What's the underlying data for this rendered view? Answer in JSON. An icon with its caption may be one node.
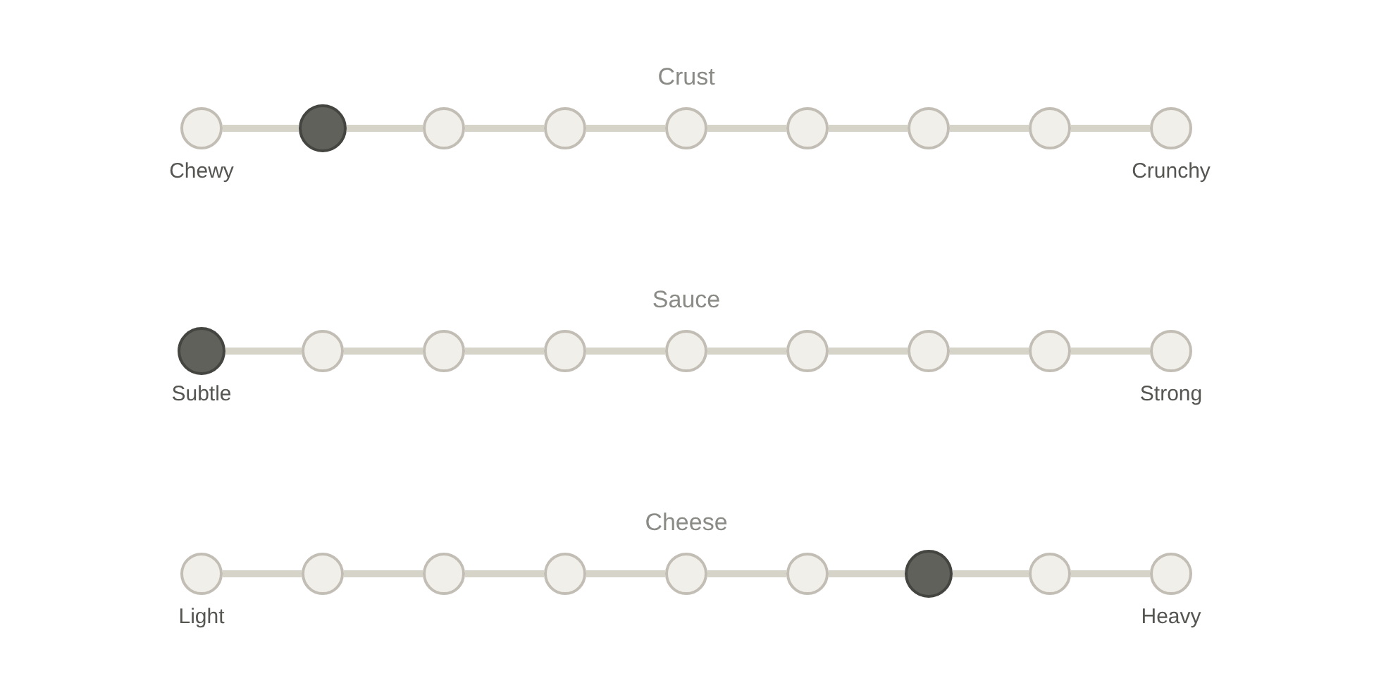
{
  "diagram": {
    "nodes": [
      {
        "text": [],
        "shape": "circle",
        "beside": [
          "Chewy"
        ]
      },
      {
        "text": [],
        "shape": "disc"
      },
      {
        "text": [],
        "shape": "circle"
      },
      {
        "text": [],
        "shape": "circle"
      },
      {
        "text": [],
        "shape": "circle"
      },
      {
        "text": [],
        "shape": "circle"
      },
      {
        "text": [],
        "shape": "circle"
      },
      {
        "text": [],
        "shape": "circle"
      },
      {
        "text": [],
        "shape": "circle",
        "beside": [
          "Crunchy"
        ]
      },
      {
        "text": [],
        "shape": "disc",
        "beside": [
          "Subtle"
        ]
      },
      {
        "text": [],
        "shape": "circle"
      },
      {
        "text": [],
        "shape": "circle"
      },
      {
        "text": [],
        "shape": "circle"
      },
      {
        "text": [],
        "shape": "circle"
      },
      {
        "text": [],
        "shape": "circle"
      },
      {
        "text": [],
        "shape": "circle"
      },
      {
        "text": [],
        "shape": "circle"
      },
      {
        "text": [],
        "shape": "circle",
        "beside": [
          "Strong"
        ]
      },
      {
        "text": [],
        "shape": "circle",
        "beside": [
          "Light"
        ]
      },
      {
        "text": [],
        "shape": "circle"
      },
      {
        "text": [],
        "shape": "circle"
      },
      {
        "text": [],
        "shape": "circle"
      },
      {
        "text": [],
        "shape": "circle"
      },
      {
        "text": [],
        "shape": "circle"
      },
      {
        "text": [],
        "shape": "disc"
      },
      {
        "text": [],
        "shape": "circle"
      },
      {
        "text": [],
        "shape": "circle",
        "beside": [
          "Heavy"
        ]
      }
    ],
    "edges": [
      {
        "from": 0,
        "to": 1,
        "arrow": "none"
      },
      {
        "from": 1,
        "to": 2,
        "arrow": "none"
      },
      {
        "from": 2,
        "to": 3,
        "arrow": "none"
      },
      {
        "from": 3,
        "to": 4,
        "arrow": "none"
      },
      {
        "from": 4,
        "to": 5,
        "arrow": "none"
      },
      {
        "from": 5,
        "to": 6,
        "arrow": "none"
      },
      {
        "from": 6,
        "to": 7,
        "arrow": "none"
      },
      {
        "from": 7,
        "to": 8,
        "arrow": "none"
      },
      {
        "from": 9,
        "to": 10,
        "arrow": "none"
      },
      {
        "from": 10,
        "to": 11,
        "arrow": "none"
      },
      {
        "from": 11,
        "to": 12,
        "arrow": "none"
      },
      {
        "from": 12,
        "to": 13,
        "arrow": "none"
      },
      {
        "from": 13,
        "to": 14,
        "arrow": "none"
      },
      {
        "from": 14,
        "to": 15,
        "arrow": "none"
      },
      {
        "from": 15,
        "to": 16,
        "arrow": "none"
      },
      {
        "from": 16,
        "to": 17,
        "arrow": "none"
      },
      {
        "from": 18,
        "to": 19,
        "arrow": "none"
      },
      {
        "from": 19,
        "to": 20,
        "arrow": "none"
      },
      {
        "from": 20,
        "to": 21,
        "arrow": "none"
      },
      {
        "from": 21,
        "to": 22,
        "arrow": "none"
      },
      {
        "from": 22,
        "to": 23,
        "arrow": "none"
      },
      {
        "from": 23,
        "to": 24,
        "arrow": "none"
      },
      {
        "from": 24,
        "to": 25,
        "arrow": "none"
      },
      {
        "from": 25,
        "to": 26,
        "arrow": "none"
      }
    ],
    "labels": [
      "Crust",
      "Sauce",
      "Cheese"
    ]
  }
}
